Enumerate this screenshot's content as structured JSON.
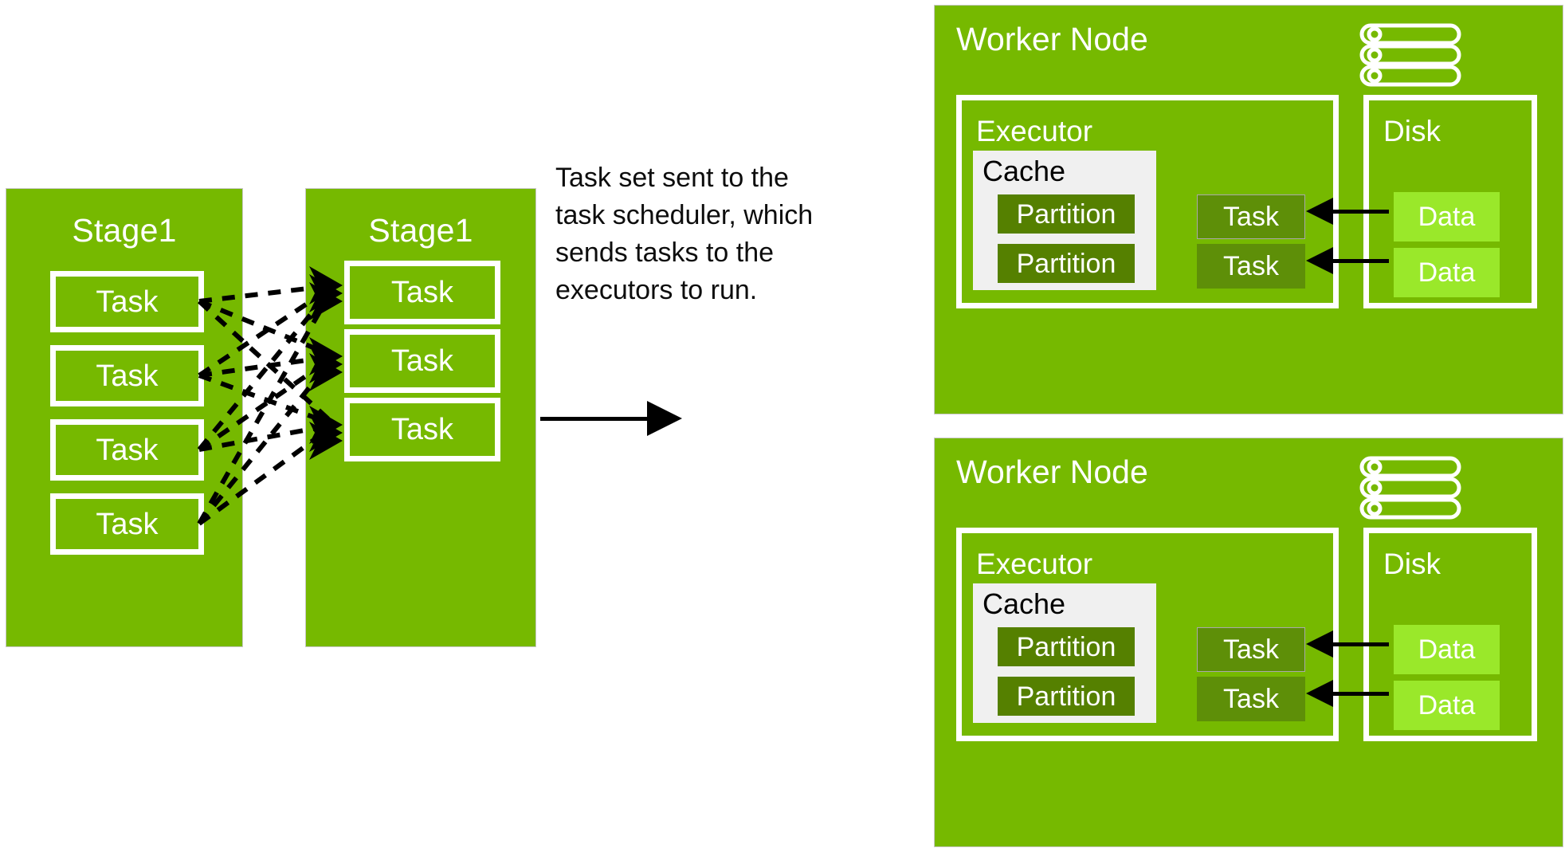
{
  "colors": {
    "brand_green": "#76B900",
    "partition_green": "#558000",
    "task_green": "#5E8F08",
    "data_green": "#9AE82A",
    "cache_gray": "#F0F0F0",
    "outline_white": "#FFFFFF",
    "arrow_black": "#000000",
    "caption_text": "#0D0D0D"
  },
  "stages": [
    {
      "title": "Stage1",
      "tasks": [
        {
          "label": "Task"
        },
        {
          "label": "Task"
        },
        {
          "label": "Task"
        },
        {
          "label": "Task"
        }
      ]
    },
    {
      "title": "Stage1",
      "tasks": [
        {
          "label": "Task"
        },
        {
          "label": "Task"
        },
        {
          "label": "Task"
        }
      ]
    }
  ],
  "caption": {
    "text": "Task set sent to the task scheduler, which sends tasks to the executors to run."
  },
  "flow_arrow": {
    "icon": "arrow-right-icon"
  },
  "shuffle": {
    "icon": "dashed-shuffle-edges-icon",
    "edge_count": 12
  },
  "worker_nodes": [
    {
      "title": "Worker Node",
      "server_icon": "server-stack-icon",
      "executor": {
        "label": "Executor",
        "cache": {
          "label": "Cache",
          "partitions": [
            {
              "label": "Partition"
            },
            {
              "label": "Partition"
            }
          ]
        },
        "tasks": [
          {
            "label": "Task"
          },
          {
            "label": "Task"
          }
        ]
      },
      "disk": {
        "label": "Disk",
        "data_blocks": [
          {
            "label": "Data"
          },
          {
            "label": "Data"
          }
        ]
      },
      "feed_arrows": [
        {
          "icon": "arrow-left-icon"
        },
        {
          "icon": "arrow-left-icon"
        }
      ]
    },
    {
      "title": "Worker Node",
      "server_icon": "server-stack-icon",
      "executor": {
        "label": "Executor",
        "cache": {
          "label": "Cache",
          "partitions": [
            {
              "label": "Partition"
            },
            {
              "label": "Partition"
            }
          ]
        },
        "tasks": [
          {
            "label": "Task"
          },
          {
            "label": "Task"
          }
        ]
      },
      "disk": {
        "label": "Disk",
        "data_blocks": [
          {
            "label": "Data"
          },
          {
            "label": "Data"
          }
        ]
      },
      "feed_arrows": [
        {
          "icon": "arrow-left-icon"
        },
        {
          "icon": "arrow-left-icon"
        }
      ]
    }
  ]
}
